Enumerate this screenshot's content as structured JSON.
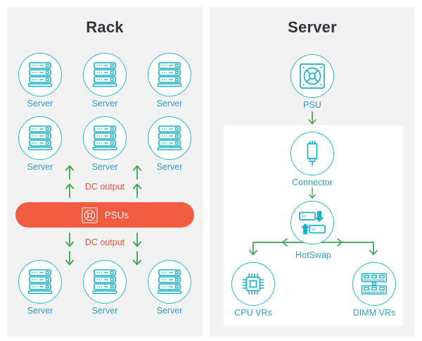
{
  "colors": {
    "page_bg": "#ffffff",
    "panel_bg": "#f2f2f2",
    "inner_box_bg": "#ffffff",
    "teal_stroke": "#2ab6c9",
    "icon_teal": "#19b2c6",
    "label_blue": "#2d9fc6",
    "title_dark": "#32363c",
    "green": "#3ea64b",
    "orange": "#f15b40",
    "orange_text": "#ec5442"
  },
  "rack": {
    "title": "Rack",
    "servers_top": [
      "Server",
      "Server",
      "Server",
      "Server",
      "Server",
      "Server"
    ],
    "servers_bottom": [
      "Server",
      "Server",
      "Server"
    ],
    "dc_output_top": "DC output",
    "dc_output_bottom": "DC output",
    "psu_bar": {
      "label": "PSUs",
      "icon": "psu-fan-icon"
    }
  },
  "server_panel": {
    "title": "Server",
    "nodes": {
      "psu": {
        "label": "PSU",
        "icon": "psu-fan-icon"
      },
      "connector": {
        "label": "Connector",
        "icon": "connector-icon"
      },
      "hotswap": {
        "label": "HotSwap",
        "icon": "hotswap-icon"
      },
      "cpu_vrs": {
        "label": "CPU VRs",
        "icon": "cpu-chip-icon"
      },
      "dimm_vrs": {
        "label": "DIMM VRs",
        "icon": "dimm-icon"
      }
    }
  }
}
